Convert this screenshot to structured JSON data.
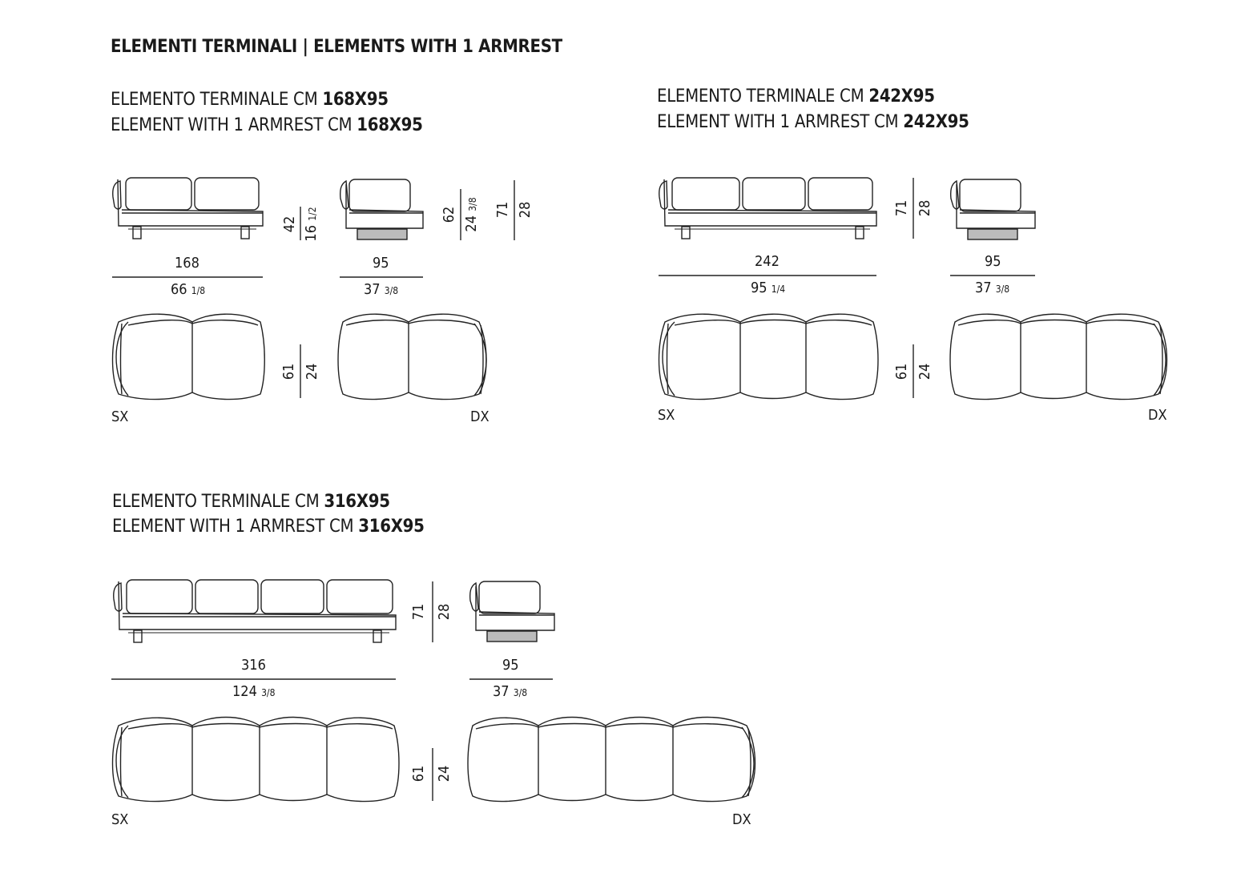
{
  "header": {
    "title": "ELEMENTI TERMINALI | ELEMENTS WITH 1 ARMREST"
  },
  "blocks": [
    {
      "caption_it": {
        "prefix": "ELEMENTO TERMINALE CM ",
        "size": "168X95"
      },
      "caption_en": {
        "prefix": "ELEMENT WITH 1 ARMREST CM ",
        "size": "168X95"
      },
      "width_cm": "168",
      "width_in": {
        "whole": "66",
        "frac": "1/8"
      },
      "depth_cm": "95",
      "depth_in": {
        "whole": "37",
        "frac": "3/8"
      },
      "seat_height": {
        "cm": "42",
        "in_whole": "16",
        "in_frac": "1/2"
      },
      "back_height": {
        "cm": "62",
        "in_whole": "24",
        "in_frac": "3/8"
      },
      "total_height": {
        "cm": "71",
        "in": "28"
      },
      "plan_depth": {
        "cm": "61",
        "in": "24"
      },
      "left_label": "SX",
      "right_label": "DX"
    },
    {
      "caption_it": {
        "prefix": "ELEMENTO TERMINALE CM ",
        "size": "242X95"
      },
      "caption_en": {
        "prefix": "ELEMENT WITH 1 ARMREST CM ",
        "size": "242X95"
      },
      "width_cm": "242",
      "width_in": {
        "whole": "95",
        "frac": "1/4"
      },
      "depth_cm": "95",
      "depth_in": {
        "whole": "37",
        "frac": "3/8"
      },
      "total_height": {
        "cm": "71",
        "in": "28"
      },
      "plan_depth": {
        "cm": "61",
        "in": "24"
      },
      "left_label": "SX",
      "right_label": "DX"
    },
    {
      "caption_it": {
        "prefix": "ELEMENTO TERMINALE CM ",
        "size": "316X95"
      },
      "caption_en": {
        "prefix": "ELEMENT WITH 1 ARMREST CM ",
        "size": "316X95"
      },
      "width_cm": "316",
      "width_in": {
        "whole": "124",
        "frac": "3/8"
      },
      "depth_cm": "95",
      "depth_in": {
        "whole": "37",
        "frac": "3/8"
      },
      "total_height": {
        "cm": "71",
        "in": "28"
      },
      "plan_depth": {
        "cm": "61",
        "in": "24"
      },
      "left_label": "SX",
      "right_label": "DX"
    }
  ]
}
